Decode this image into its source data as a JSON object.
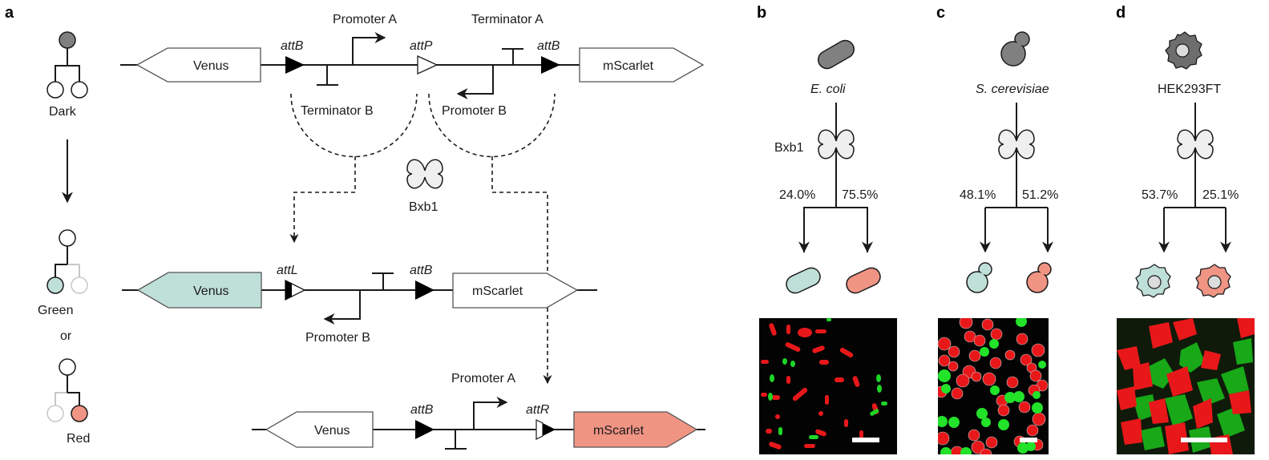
{
  "panels": {
    "a": "a",
    "b": "b",
    "c": "c",
    "d": "d"
  },
  "colors": {
    "dark": "#808080",
    "green": "#bfe0d8",
    "red": "#f09484",
    "bxb1_fill": "#efefef",
    "faded": "#c8c8c8"
  },
  "state_legend": {
    "dark_label": "Dark",
    "green_label": "Green",
    "or_label": "or",
    "red_label": "Red"
  },
  "construct_initial": {
    "gene_left": "Venus",
    "gene_right": "mScarlet",
    "site_left": "attB",
    "site_middle": "attP",
    "site_right": "attB",
    "promoter_a": "Promoter A",
    "terminator_a": "Terminator A",
    "terminator_b": "Terminator B",
    "promoter_b": "Promoter B"
  },
  "recombinase": {
    "label": "Bxb1"
  },
  "construct_green": {
    "gene_left": "Venus",
    "gene_right": "mScarlet",
    "site_left": "attL",
    "site_right": "attB",
    "promoter_b": "Promoter B"
  },
  "construct_red": {
    "gene_left": "Venus",
    "gene_right": "mScarlet",
    "site_left": "attB",
    "site_right": "attR",
    "promoter_a": "Promoter A"
  },
  "organisms": [
    {
      "panel": "b",
      "name": "E. coli",
      "italic": true,
      "recombinase_label": "Bxb1",
      "green_pct": "24.0%",
      "red_pct": "75.5%"
    },
    {
      "panel": "c",
      "name": "S. cerevisiae",
      "italic": true,
      "recombinase_label": "",
      "green_pct": "48.1%",
      "red_pct": "51.2%"
    },
    {
      "panel": "d",
      "name": "HEK293FT",
      "italic": false,
      "recombinase_label": "",
      "green_pct": "53.7%",
      "red_pct": "25.1%"
    }
  ]
}
